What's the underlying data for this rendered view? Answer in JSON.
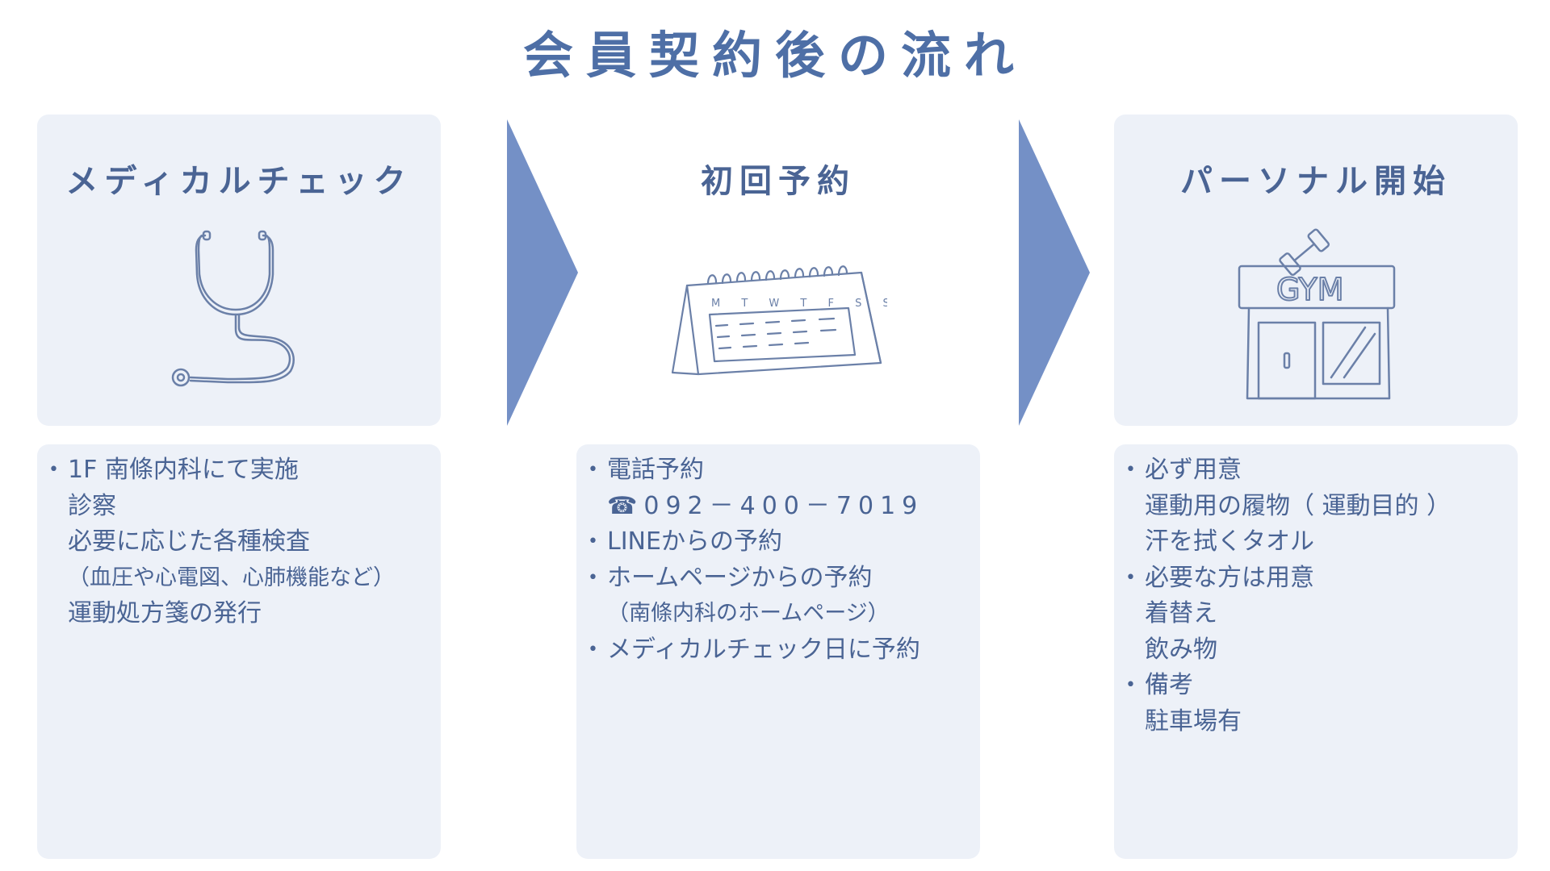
{
  "title": "会員契約後の流れ",
  "colors": {
    "title": "#4e6fa6",
    "text": "#4a6494",
    "panel": "#edf1f8",
    "arrow": "#7490c6"
  },
  "steps": [
    {
      "title": "メディカルチェック",
      "icon": "stethoscope-icon",
      "items": [
        {
          "bullet": "•",
          "lines": [
            "1F 南條内科にて実施",
            "診察",
            "必要に応じた各種検査",
            "（血圧や心電図、心肺機能など）",
            "運動処方箋の発行"
          ]
        }
      ]
    },
    {
      "title": "初回予約",
      "icon": "calendar-icon",
      "calendar_days": "M T W T F S S",
      "items": [
        {
          "bullet": "•",
          "lines": [
            "電話予約",
            "☎092－400－7019"
          ]
        },
        {
          "bullet": "•",
          "lines": [
            "LINEからの予約"
          ]
        },
        {
          "bullet": "•",
          "lines": [
            "ホームページからの予約",
            "（南條内科のホームページ）"
          ]
        },
        {
          "bullet": "•",
          "lines": [
            "メディカルチェック日に予約"
          ]
        }
      ]
    },
    {
      "title": "パーソナル開始",
      "icon": "gym-building-icon",
      "sign_text": "GYM",
      "items": [
        {
          "bullet": "•",
          "lines": [
            "必ず用意",
            "運動用の履物（ 運動目的 ）",
            "汗を拭くタオル"
          ]
        },
        {
          "bullet": "•",
          "lines": [
            "必要な方は用意",
            "着替え",
            "飲み物"
          ]
        },
        {
          "bullet": "•",
          "lines": [
            "備考",
            "駐車場有"
          ]
        }
      ]
    }
  ]
}
